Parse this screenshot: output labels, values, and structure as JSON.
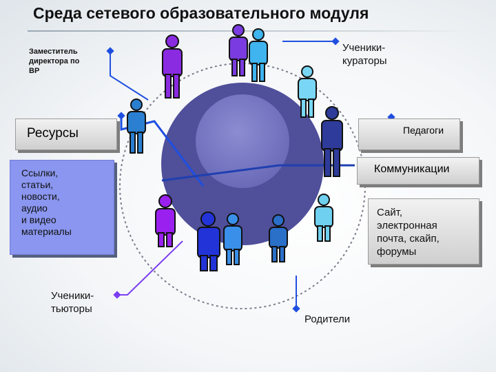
{
  "title": "Среда сетевого образовательного модуля",
  "labels": {
    "deputy_director": [
      "Заместитель",
      "директора по",
      "ВР"
    ],
    "curators": [
      "Ученики-",
      "кураторы"
    ],
    "teachers": "Педагоги",
    "resources": "Ресурсы",
    "communications": "Коммуникации",
    "resources_list": [
      "Ссылки,",
      "статьи,",
      "новости,",
      "аудио",
      "и видео",
      "материалы"
    ],
    "comm_list": [
      "Сайт,",
      "электронная",
      "почта, скайп,",
      "форумы"
    ],
    "tutors": [
      "Ученики-",
      "тьюторы"
    ],
    "parents": "Родители"
  },
  "colors": {
    "outer_circle": "#4f4f9a",
    "inner_circle": "#7878c2",
    "ring": "#7c7c8c",
    "accent_blue": "#1f4fe0",
    "violet": "#8a2be2"
  }
}
